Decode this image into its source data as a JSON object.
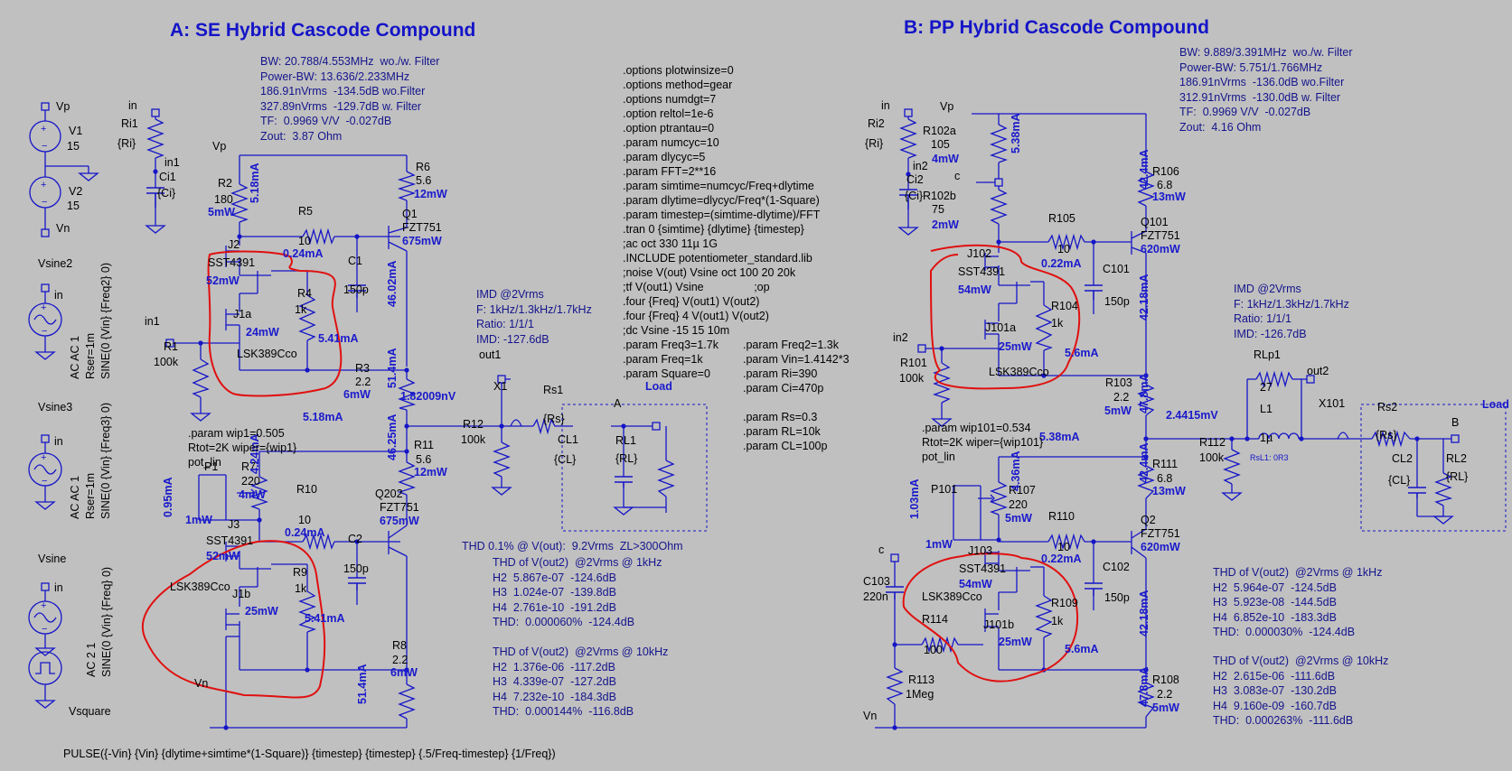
{
  "titles": {
    "a": "A: SE Hybrid Cascode Compound",
    "b": "B: PP Hybrid Cascode Compound"
  },
  "spice_directives": ".options plotwinsize=0\n.options method=gear\n.options numdgt=7\n.option reltol=1e-6\n.option ptrantau=0\n.param numcyc=10\n.param dlycyc=5\n.param FFT=2**16\n.param simtime=numcyc/Freq+dlytime\n.param dlytime=dlycyc/Freq*(1-Square)\n.param timestep=(simtime-dlytime)/FFT\n.tran 0 {simtime} {dlytime} {timestep}\n;ac oct 330 11µ 1G\n.INCLUDE potentiometer_standard.lib\n;noise V(out) Vsine oct 100 20 20k\n;tf V(out1) Vsine                ;op\n.four {Freq} V(out1) V(out2)\n.four {Freq} 4 V(out1) V(out2)\n;dc Vsine -15 15 10m",
  "params_left": ".param Freq3=1.7k\n.param Freq=1k\n.param Square=0",
  "params_right": ".param Freq2=1.3k\n.param Vin=1.4142*3\n.param Ri=390\n.param Ci=470p\n\n.param Rs=0.3\n.param RL=10k\n.param CL=100p",
  "pot_a": ".param wip1=0.505\nRtot=2K wiper={wip1}\npot_lin",
  "pot_b": ".param wip101=0.534\nRtot=2K wiper={wip101}\npot_lin",
  "info_a": "BW: 20.788/4.553MHz  wo./w. Filter\nPower-BW: 13.636/2.233MHz\n186.91nVrms  -134.5dB wo.Filter\n327.89nVrms  -129.7dB w. Filter\nTF:  0.9969 V/V  -0.027dB\nZout:  3.87 Ohm",
  "info_b": "BW: 9.889/3.391MHz  wo./w. Filter\nPower-BW: 5.751/1.766MHz\n186.91nVrms  -136.0dB wo.Filter\n312.91nVrms  -130.0dB w. Filter\nTF:  0.9969 V/V  -0.027dB\nZout:  4.16 Ohm",
  "imd_a": "IMD @2Vrms\nF: 1kHz/1.3kHz/1.7kHz\nRatio: 1/1/1\nIMD: -127.6dB",
  "imd_b": "IMD @2Vrms\nF: 1kHz/1.3kHz/1.7kHz\nRatio: 1/1/1\nIMD: -126.7dB",
  "thd_headline": "THD 0.1% @ V(out):  9.2Vrms  ZL>300Ohm",
  "thd_a_1k": "THD of V(out2)  @2Vrms @ 1kHz\nH2  5.867e-07  -124.6dB\nH3  1.024e-07  -139.8dB\nH4  2.761e-10  -191.2dB\nTHD:  0.000060%  -124.4dB",
  "thd_a_10k": "THD of V(out2)  @2Vrms @ 10kHz\nH2  1.376e-06  -117.2dB\nH3  4.339e-07  -127.2dB\nH4  7.232e-10  -184.3dB\nTHD:  0.000144%  -116.8dB",
  "thd_b_1k": "THD of V(out2)  @2Vrms @ 1kHz\nH2  5.964e-07  -124.5dB\nH3  5.923e-08  -144.5dB\nH4  6.852e-10  -183.3dB\nTHD:  0.000030%  -124.4dB",
  "thd_b_10k": "THD of V(out2)  @2Vrms @ 10kHz\nH2  2.615e-06  -111.6dB\nH3  3.083e-07  -130.2dB\nH4  9.160e-09  -160.7dB\nTHD:  0.000263%  -111.6dB",
  "pulse_spec": "PULSE({-Vin} {Vin} {dlytime+simtime*(1-Square)} {timestep} {timestep} {.5/Freq-timestep} {1/Freq})",
  "sources": {
    "v1_name": "V1",
    "v1_val": "15",
    "v2_name": "V2",
    "v2_val": "15",
    "vp": "Vp",
    "vn": "Vn",
    "vsine2": "Vsine2",
    "vsine3": "Vsine3",
    "vsine": "Vsine",
    "vsquare": "Vsquare",
    "in": "in",
    "src_a": "AC AC 1\nRser=1m\nSINE(0 {Vin} {Freq2} 0)",
    "src_b": "AC AC 1\nRser=1m\nSINE(0 {Vin} {Freq3} 0)",
    "src_c": "AC 2 1\nSINE(0 {Vin} {Freq} 0)"
  },
  "labels_a": [
    [
      "in",
      142,
      121,
      "b"
    ],
    [
      "Ri1",
      134,
      141,
      "b"
    ],
    [
      "{Ri}",
      130,
      163,
      "b"
    ],
    [
      "in1",
      182,
      184,
      "b"
    ],
    [
      "Ci1",
      176,
      200,
      "b"
    ],
    [
      "{Ci}",
      174,
      218,
      "b"
    ],
    [
      "Vp",
      235,
      166,
      "b"
    ],
    [
      "R2",
      241,
      207,
      "b"
    ],
    [
      "180",
      237,
      225,
      "b"
    ],
    [
      "5mW",
      230,
      239,
      "u"
    ],
    [
      "R5",
      330,
      238,
      "b"
    ],
    [
      "10",
      330,
      271,
      "b"
    ],
    [
      "Q1",
      445,
      241,
      "b"
    ],
    [
      "FZT751",
      445,
      256,
      "b"
    ],
    [
      "675mW",
      445,
      271,
      "u"
    ],
    [
      "R6",
      460,
      189,
      "b"
    ],
    [
      "5.6",
      460,
      204,
      "b"
    ],
    [
      "12mW",
      458,
      219,
      "u"
    ],
    [
      "J2",
      252,
      275,
      "b"
    ],
    [
      "0.24mA",
      313,
      285,
      "u"
    ],
    [
      "SST4391",
      230,
      295,
      "b"
    ],
    [
      "C1",
      385,
      293,
      "b"
    ],
    [
      "52mW",
      228,
      315,
      "u"
    ],
    [
      "R4",
      329,
      329,
      "b"
    ],
    [
      "1k",
      326,
      347,
      "b"
    ],
    [
      "150p",
      380,
      325,
      "b"
    ],
    [
      "J1a",
      258,
      352,
      "b"
    ],
    [
      "in1",
      160,
      360,
      "b"
    ],
    [
      "24mW",
      272,
      372,
      "u"
    ],
    [
      "5.41mA",
      352,
      379,
      "u"
    ],
    [
      "R1",
      181,
      388,
      "b"
    ],
    [
      "100k",
      170,
      405,
      "b"
    ],
    [
      "LSK389Cco",
      262,
      396,
      "b"
    ],
    [
      "R3",
      393,
      412,
      "b"
    ],
    [
      "2.2",
      393,
      427,
      "b"
    ],
    [
      "6mW",
      380,
      441,
      "u"
    ],
    [
      "1.82009nV",
      443,
      443,
      "u"
    ],
    [
      "out1",
      530,
      397,
      "b"
    ],
    [
      "X1",
      546,
      432,
      "b"
    ],
    [
      "Rs1",
      601,
      436,
      "b"
    ],
    [
      "{Rs}",
      601,
      468,
      "b"
    ],
    [
      "A",
      679,
      451,
      "b"
    ],
    [
      "Load",
      714,
      432,
      "u"
    ],
    [
      "R12",
      512,
      474,
      "b"
    ],
    [
      "100k",
      510,
      491,
      "b"
    ],
    [
      "CL1",
      617,
      491,
      "b"
    ],
    [
      "RL1",
      681,
      492,
      "b"
    ],
    [
      "{CL}",
      613,
      513,
      "b"
    ],
    [
      "{RL}",
      681,
      512,
      "b"
    ],
    [
      "5.18mA",
      335,
      466,
      "u"
    ],
    [
      "R11",
      458,
      497,
      "b"
    ],
    [
      "5.6",
      460,
      513,
      "b"
    ],
    [
      "12mW",
      458,
      527,
      "u"
    ],
    [
      "P1",
      226,
      521,
      "b"
    ],
    [
      "R7",
      267,
      521,
      "b"
    ],
    [
      "220",
      267,
      537,
      "b"
    ],
    [
      "4mW",
      264,
      552,
      "u"
    ],
    [
      "R10",
      328,
      546,
      "b"
    ],
    [
      "10",
      330,
      580,
      "b"
    ],
    [
      "Q202",
      415,
      551,
      "b"
    ],
    [
      "FZT751",
      420,
      566,
      "b"
    ],
    [
      "675mW",
      420,
      581,
      "u"
    ],
    [
      "1mW",
      205,
      580,
      "u"
    ],
    [
      "J3",
      252,
      585,
      "b"
    ],
    [
      "0.24mA",
      315,
      594,
      "u"
    ],
    [
      "SST4391",
      228,
      603,
      "b"
    ],
    [
      "C2",
      385,
      601,
      "b"
    ],
    [
      "52mW",
      228,
      620,
      "u"
    ],
    [
      "150p",
      380,
      634,
      "b"
    ],
    [
      "R9",
      324,
      638,
      "b"
    ],
    [
      "LSK389Cco",
      188,
      654,
      "b"
    ],
    [
      "1k",
      326,
      656,
      "b"
    ],
    [
      "J1b",
      257,
      662,
      "b"
    ],
    [
      "25mW",
      271,
      681,
      "u"
    ],
    [
      "5.41mA",
      337,
      689,
      "u"
    ],
    [
      "R8",
      434,
      719,
      "b"
    ],
    [
      "2.2",
      434,
      735,
      "b"
    ],
    [
      "6mW",
      432,
      749,
      "u"
    ],
    [
      "Vn",
      215,
      761,
      "b"
    ]
  ],
  "rot_a": [
    [
      "5.18mA",
      286,
      225,
      "u"
    ],
    [
      "46.02mA",
      438,
      340,
      "u"
    ],
    [
      "51.4mA",
      438,
      430,
      "u"
    ],
    [
      "4.24mA",
      286,
      525,
      "u"
    ],
    [
      "0.95mA",
      190,
      573,
      "u"
    ],
    [
      "46.25mA",
      438,
      510,
      "u"
    ],
    [
      "51.4mA",
      405,
      780,
      "u"
    ]
  ],
  "labels_b": [
    [
      "in",
      975,
      121,
      "b"
    ],
    [
      "Ri2",
      960,
      141,
      "b"
    ],
    [
      "{Ri}",
      957,
      163,
      "b"
    ],
    [
      "in2",
      1010,
      188,
      "b"
    ],
    [
      "Ci2",
      1003,
      203,
      "b"
    ],
    [
      "{Ci}",
      1001,
      221,
      "b"
    ],
    [
      "Vp",
      1040,
      122,
      "b"
    ],
    [
      "R102a",
      1021,
      149,
      "b"
    ],
    [
      "105",
      1030,
      164,
      "b"
    ],
    [
      "4mW",
      1031,
      180,
      "u"
    ],
    [
      "c",
      1056,
      199,
      "b"
    ],
    [
      "R102b",
      1021,
      221,
      "b"
    ],
    [
      "75",
      1031,
      236,
      "b"
    ],
    [
      "2mW",
      1031,
      253,
      "u"
    ],
    [
      "R105",
      1160,
      246,
      "b"
    ],
    [
      "10",
      1170,
      280,
      "b"
    ],
    [
      "Q101",
      1262,
      250,
      "b"
    ],
    [
      "FZT751",
      1262,
      265,
      "b"
    ],
    [
      "620mW",
      1262,
      280,
      "u"
    ],
    [
      "R106",
      1275,
      194,
      "b"
    ],
    [
      "6.8",
      1280,
      209,
      "b"
    ],
    [
      "13mW",
      1275,
      222,
      "u"
    ],
    [
      "J102",
      1070,
      285,
      "b"
    ],
    [
      "0.22mA",
      1152,
      296,
      "u"
    ],
    [
      "SST4391",
      1060,
      305,
      "b"
    ],
    [
      "C101",
      1220,
      302,
      "b"
    ],
    [
      "54mW",
      1060,
      325,
      "u"
    ],
    [
      "R104",
      1163,
      343,
      "b"
    ],
    [
      "1k",
      1163,
      362,
      "b"
    ],
    [
      "150p",
      1222,
      338,
      "b"
    ],
    [
      "J101a",
      1090,
      367,
      "b"
    ],
    [
      "in2",
      988,
      378,
      "b"
    ],
    [
      "25mW",
      1105,
      388,
      "u"
    ],
    [
      "5.6mA",
      1178,
      395,
      "u"
    ],
    [
      "R101",
      996,
      406,
      "b"
    ],
    [
      "100k",
      995,
      423,
      "b"
    ],
    [
      "LSK389Cco",
      1094,
      416,
      "b"
    ],
    [
      "R103",
      1223,
      428,
      "b"
    ],
    [
      "2.2",
      1232,
      444,
      "b"
    ],
    [
      "5mW",
      1222,
      459,
      "u"
    ],
    [
      "2.4415mV",
      1290,
      464,
      "u"
    ],
    [
      "RLp1",
      1387,
      397,
      "b"
    ],
    [
      "out2",
      1446,
      415,
      "b"
    ],
    [
      "27",
      1394,
      433,
      "b"
    ],
    [
      "L1",
      1394,
      457,
      "b"
    ],
    [
      "X101",
      1459,
      451,
      "b"
    ],
    [
      "Rs2",
      1524,
      455,
      "b"
    ],
    [
      "{Rs}",
      1522,
      486,
      "b"
    ],
    [
      "B",
      1606,
      472,
      "b"
    ],
    [
      "Load",
      1640,
      452,
      "u"
    ],
    [
      "R112",
      1327,
      494,
      "b"
    ],
    [
      "100k",
      1327,
      511,
      "b"
    ],
    [
      "1µ",
      1394,
      489,
      "b"
    ],
    [
      "CL2",
      1540,
      512,
      "b"
    ],
    [
      "RL2",
      1600,
      512,
      "b"
    ],
    [
      "{CL}",
      1536,
      536,
      "b"
    ],
    [
      "{RL}",
      1600,
      532,
      "b"
    ],
    [
      "5.38mA",
      1150,
      488,
      "u"
    ],
    [
      "R111",
      1275,
      518,
      "b"
    ],
    [
      "6.8",
      1280,
      534,
      "b"
    ],
    [
      "13mW",
      1275,
      548,
      "u"
    ],
    [
      "P101",
      1030,
      546,
      "b"
    ],
    [
      "R107",
      1116,
      547,
      "b"
    ],
    [
      "220",
      1116,
      563,
      "b"
    ],
    [
      "5mW",
      1112,
      578,
      "u"
    ],
    [
      "R110",
      1160,
      576,
      "b"
    ],
    [
      "10",
      1170,
      610,
      "b"
    ],
    [
      "Q2",
      1262,
      580,
      "b"
    ],
    [
      "FZT751",
      1262,
      595,
      "b"
    ],
    [
      "620mW",
      1262,
      610,
      "u"
    ],
    [
      "c",
      972,
      613,
      "b"
    ],
    [
      "1mW",
      1024,
      607,
      "u"
    ],
    [
      "J103",
      1071,
      614,
      "b"
    ],
    [
      "0.22mA",
      1152,
      623,
      "u"
    ],
    [
      "SST4391",
      1061,
      634,
      "b"
    ],
    [
      "C102",
      1220,
      632,
      "b"
    ],
    [
      "C103",
      955,
      648,
      "b"
    ],
    [
      "54mW",
      1061,
      651,
      "u"
    ],
    [
      "LSK389Cco",
      1020,
      665,
      "b"
    ],
    [
      "150p",
      1222,
      666,
      "b"
    ],
    [
      "R109",
      1163,
      672,
      "b"
    ],
    [
      "220n",
      955,
      665,
      "b"
    ],
    [
      "1k",
      1163,
      692,
      "b"
    ],
    [
      "R114",
      1020,
      690,
      "b"
    ],
    [
      "J101b",
      1088,
      696,
      "b"
    ],
    [
      "25mW",
      1105,
      715,
      "u"
    ],
    [
      "5.6mA",
      1178,
      723,
      "u"
    ],
    [
      "100",
      1022,
      724,
      "b"
    ],
    [
      "R113",
      1005,
      757,
      "b"
    ],
    [
      "1Meg",
      1002,
      773,
      "b"
    ],
    [
      "R108",
      1275,
      757,
      "b"
    ],
    [
      "2.2",
      1280,
      773,
      "b"
    ],
    [
      "5mW",
      1275,
      788,
      "u"
    ],
    [
      "Vn",
      955,
      797,
      "b"
    ]
  ],
  "rot_b": [
    [
      "5.38mA",
      1128,
      170,
      "u"
    ],
    [
      "42.4mA",
      1270,
      210,
      "u"
    ],
    [
      "42.18mA",
      1270,
      355,
      "u"
    ],
    [
      "47.8mA",
      1270,
      458,
      "u"
    ],
    [
      "4.36mA",
      1128,
      544,
      "u"
    ],
    [
      "42.4mA",
      1270,
      535,
      "u"
    ],
    [
      "1.03mA",
      1016,
      575,
      "u"
    ],
    [
      "42.18mA",
      1270,
      705,
      "u"
    ],
    [
      "47.8mA",
      1270,
      783,
      "u"
    ]
  ],
  "rsl1_note": "RsL1: 0R3",
  "colors": {
    "background": "#c0c0c0",
    "wire": "#1515c8",
    "annotation": "#1a1acc",
    "highlight": "#e01010",
    "text": "#000000"
  }
}
